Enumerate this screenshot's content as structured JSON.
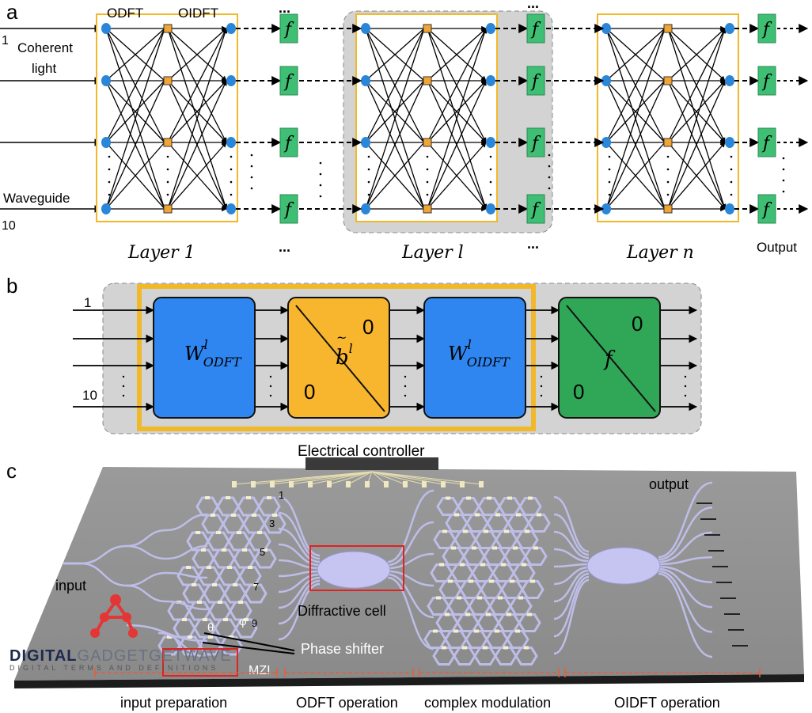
{
  "panels": {
    "a": {
      "letter": "a",
      "top_labels": [
        "ODFT",
        "OIDFT"
      ],
      "input_labels": [
        "1",
        "Coherent light",
        "Waveguide",
        "10"
      ],
      "activation_symbol": "f",
      "ellipsis": "...",
      "layer_labels": [
        "Layer 1",
        "Layer l",
        "Layer n"
      ],
      "output_label": "Output"
    },
    "b": {
      "letter": "b",
      "input_labels": [
        "1",
        "10"
      ],
      "blocks": [
        {
          "main": "W",
          "sup": "l",
          "sub": "ODFT",
          "color": "#2f86f0"
        },
        {
          "main": "b",
          "sup": "l",
          "tilde": "~",
          "zeros": [
            "0",
            "0"
          ],
          "color": "#f8b52e"
        },
        {
          "main": "W",
          "sup": "l",
          "sub": "OIDFT",
          "color": "#2f86f0"
        },
        {
          "main": "f",
          "zeros": [
            "0",
            "0"
          ],
          "color": "#2fa757"
        }
      ]
    },
    "c": {
      "letter": "c",
      "controller": "Electrical controller",
      "input": "input",
      "output": "output",
      "row_numbers": [
        "1",
        "3",
        "5",
        "7",
        "9"
      ],
      "diffractive": "Diffractive cell",
      "theta": "θ",
      "phi": "φ",
      "phase_shifter": "Phase shifter",
      "mzi": "MZI",
      "stages": [
        "input preparation",
        "ODFT operation",
        "complex modulation",
        "OIDFT operation"
      ]
    }
  },
  "watermark": {
    "bold": "DIGITAL",
    "thin": "GADGETGETWAVE",
    "sub": "DIGITAL TERMS AND DEFINITIONS"
  },
  "colors": {
    "frame": "#f1b82a",
    "node": "#2a86d8",
    "square": "#f3a534",
    "act": "#3fbf74",
    "panel_gray": "#d3d3d3"
  }
}
